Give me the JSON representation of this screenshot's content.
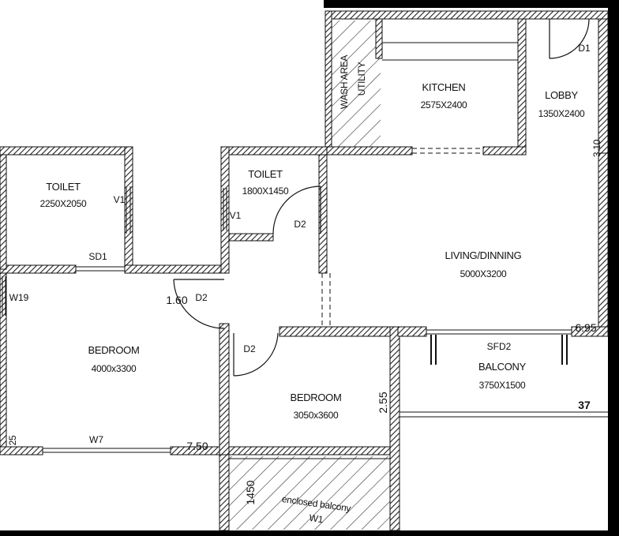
{
  "rooms": {
    "toilet1": {
      "name": "TOILET",
      "size": "2250X2050"
    },
    "toilet2": {
      "name": "TOILET",
      "size": "1800X1450"
    },
    "wash_utility": {
      "name": "WASH AREA",
      "sub": "UTILITY"
    },
    "kitchen": {
      "name": "KITCHEN",
      "size": "2575X2400"
    },
    "lobby": {
      "name": "LOBBY",
      "size": "1350X2400"
    },
    "living": {
      "name": "LIVING/DINNING",
      "size": "5000X3200"
    },
    "bedroom1": {
      "name": "BEDROOM",
      "size": "4000x3300"
    },
    "bedroom2": {
      "name": "BEDROOM",
      "size": "3050x3600"
    },
    "balcony": {
      "name": "BALCONY",
      "size": "3750X1500"
    },
    "enclosed_balcony": {
      "name": "enclosed balcony"
    }
  },
  "tags": {
    "d1": "D1",
    "d2_toilet": "D2",
    "d2_bed1": "D2",
    "d2_bed2": "D2",
    "v1_toilet1": "V1",
    "v1_toilet2": "V1",
    "sd1": "SD1",
    "w19": "W19",
    "w7": "W7",
    "w1": "W1",
    "sfd2": "SFD2"
  },
  "dimensions": {
    "d_160": "1.60",
    "d_750": "7.50",
    "d_255": "2.55",
    "d_1450": "1450",
    "d_695": "6.95",
    "d_310": "3.10",
    "d_25": "25",
    "num_37": "37"
  }
}
